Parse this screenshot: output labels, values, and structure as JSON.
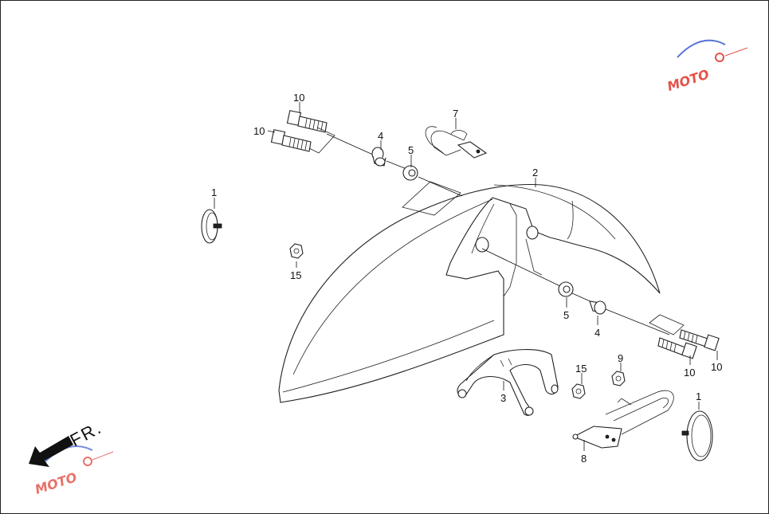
{
  "labels": {
    "p1_left": "1",
    "p1_right": "1",
    "p2": "2",
    "p3": "3",
    "p4_top": "4",
    "p4_bottom": "4",
    "p5_top": "5",
    "p5_bottom": "5",
    "p7": "7",
    "p8": "8",
    "p9": "9",
    "p10_a": "10",
    "p10_b": "10",
    "p10_c": "10",
    "p10_d": "10",
    "p15_left": "15",
    "p15_right": "15"
  },
  "direction_label": "FR.",
  "watermark": {
    "text": "MOTO",
    "colors": {
      "red": "#e0342b",
      "blue": "#3a5bd0",
      "gray": "#9a9a9a"
    }
  }
}
